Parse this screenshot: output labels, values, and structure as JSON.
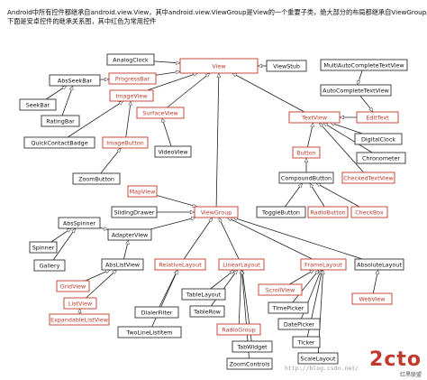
{
  "intro": {
    "line1": "Android中所有控件都继承自android.view.View，其中android.view.ViewGroup是View的一个重要子类，绝大部分的布局都继承自ViewGroup。",
    "line2": "下面是安卓控件的继承关系图，其中红色为常用控件"
  },
  "colors": {
    "highlight": "#c0392b",
    "normal": "#333333"
  },
  "nodes": [
    {
      "id": "View",
      "label": "View",
      "hl": true
    },
    {
      "id": "AnalogClock",
      "label": "AnalogClock",
      "hl": false
    },
    {
      "id": "ProgressBar",
      "label": "ProgressBar",
      "hl": true
    },
    {
      "id": "ImageView",
      "label": "ImageView",
      "hl": true
    },
    {
      "id": "SurfaceView",
      "label": "SurfaceView",
      "hl": true
    },
    {
      "id": "ImageButton",
      "label": "ImageButton",
      "hl": true
    },
    {
      "id": "VideoView",
      "label": "VideoView",
      "hl": false
    },
    {
      "id": "ViewStub",
      "label": "ViewStub",
      "hl": false
    },
    {
      "id": "AbsSeekBar",
      "label": "AbsSeekBar",
      "hl": false
    },
    {
      "id": "SeekBar",
      "label": "SeekBar",
      "hl": false
    },
    {
      "id": "RatingBar",
      "label": "RatingBar",
      "hl": false
    },
    {
      "id": "QuickContactBadge",
      "label": "QuickContactBadge",
      "hl": false
    },
    {
      "id": "ZoomButton",
      "label": "ZoomButton",
      "hl": false
    },
    {
      "id": "MultiAutoCompleteTextView",
      "label": "MultiAutoCompleteTextView",
      "hl": false
    },
    {
      "id": "AutoCompleteTextView",
      "label": "AutoCompleteTextView",
      "hl": false
    },
    {
      "id": "TextView",
      "label": "TextView",
      "hl": true
    },
    {
      "id": "EditText",
      "label": "EditText",
      "hl": true
    },
    {
      "id": "DigitalClock",
      "label": "DigitalClock",
      "hl": false
    },
    {
      "id": "Chronometer",
      "label": "Chronometer",
      "hl": false
    },
    {
      "id": "Button",
      "label": "Button",
      "hl": true
    },
    {
      "id": "CompoundButton",
      "label": "CompoundButton",
      "hl": false
    },
    {
      "id": "CheckedTextView",
      "label": "CheckedTextView",
      "hl": true
    },
    {
      "id": "ToggleButton",
      "label": "ToggleButton",
      "hl": false
    },
    {
      "id": "RadioButton",
      "label": "RadioButton",
      "hl": true
    },
    {
      "id": "CheckBox",
      "label": "CheckBox",
      "hl": true
    },
    {
      "id": "MapView",
      "label": "MapView",
      "hl": true
    },
    {
      "id": "SlidingDrawer",
      "label": "SlidingDrawer",
      "hl": false
    },
    {
      "id": "ViewGroup",
      "label": "ViewGroup",
      "hl": true
    },
    {
      "id": "AbsSpinner",
      "label": "AbsSpinner",
      "hl": false
    },
    {
      "id": "AdapterView",
      "label": "AdapterView",
      "hl": false
    },
    {
      "id": "Spinner",
      "label": "Spinner",
      "hl": false
    },
    {
      "id": "Gallery",
      "label": "Gallery",
      "hl": false
    },
    {
      "id": "AbsListView",
      "label": "AbsListView",
      "hl": false
    },
    {
      "id": "GridView",
      "label": "GridView",
      "hl": true
    },
    {
      "id": "ListView",
      "label": "ListView",
      "hl": true
    },
    {
      "id": "ExpandableListView",
      "label": "ExpandableListView",
      "hl": true
    },
    {
      "id": "RelativeLayout",
      "label": "RelativeLayout",
      "hl": true
    },
    {
      "id": "DialerFilter",
      "label": "DialerFilter",
      "hl": false
    },
    {
      "id": "TwoLineListItem",
      "label": "TwoLineListItem",
      "hl": false
    },
    {
      "id": "LinearLayout",
      "label": "LinearLayout",
      "hl": true
    },
    {
      "id": "TableLayout",
      "label": "TableLayout",
      "hl": false
    },
    {
      "id": "TableRow",
      "label": "TableRow",
      "hl": false
    },
    {
      "id": "RadioGroup",
      "label": "RadioGroup",
      "hl": true
    },
    {
      "id": "TabWidget",
      "label": "TabWidget",
      "hl": false
    },
    {
      "id": "ZoomControls",
      "label": "ZoomControls",
      "hl": false
    },
    {
      "id": "FrameLayout",
      "label": "FrameLayout",
      "hl": true
    },
    {
      "id": "ScrollView",
      "label": "ScrollView",
      "hl": true
    },
    {
      "id": "TimePicker",
      "label": "TimePicker",
      "hl": false
    },
    {
      "id": "DatePicker",
      "label": "DatePicker",
      "hl": false
    },
    {
      "id": "Ticker",
      "label": "Ticker",
      "hl": false
    },
    {
      "id": "ScaleLayout",
      "label": "ScaleLayout",
      "hl": false
    },
    {
      "id": "AbsoluteLayout",
      "label": "AbsoluteLayout",
      "hl": false
    },
    {
      "id": "WebView",
      "label": "WebView",
      "hl": true
    }
  ],
  "edges": [
    [
      "AnalogClock",
      "View"
    ],
    [
      "ProgressBar",
      "View"
    ],
    [
      "ImageView",
      "View"
    ],
    [
      "SurfaceView",
      "View"
    ],
    [
      "ViewStub",
      "View"
    ],
    [
      "TextView",
      "View"
    ],
    [
      "ViewGroup",
      "View"
    ],
    [
      "AbsSeekBar",
      "ProgressBar"
    ],
    [
      "SeekBar",
      "AbsSeekBar"
    ],
    [
      "RatingBar",
      "AbsSeekBar"
    ],
    [
      "QuickContactBadge",
      "ImageView"
    ],
    [
      "ImageButton",
      "ImageView"
    ],
    [
      "ZoomButton",
      "ImageButton"
    ],
    [
      "VideoView",
      "SurfaceView"
    ],
    [
      "MultiAutoCompleteTextView",
      "AutoCompleteTextView"
    ],
    [
      "AutoCompleteTextView",
      "EditText"
    ],
    [
      "EditText",
      "TextView"
    ],
    [
      "DigitalClock",
      "TextView"
    ],
    [
      "Chronometer",
      "TextView"
    ],
    [
      "Button",
      "TextView"
    ],
    [
      "CheckedTextView",
      "TextView"
    ],
    [
      "CompoundButton",
      "Button"
    ],
    [
      "ToggleButton",
      "CompoundButton"
    ],
    [
      "RadioButton",
      "CompoundButton"
    ],
    [
      "CheckBox",
      "CompoundButton"
    ],
    [
      "MapView",
      "ViewGroup"
    ],
    [
      "SlidingDrawer",
      "ViewGroup"
    ],
    [
      "AdapterView",
      "ViewGroup"
    ],
    [
      "RelativeLayout",
      "ViewGroup"
    ],
    [
      "LinearLayout",
      "ViewGroup"
    ],
    [
      "FrameLayout",
      "ViewGroup"
    ],
    [
      "AbsoluteLayout",
      "ViewGroup"
    ],
    [
      "AbsSpinner",
      "AdapterView"
    ],
    [
      "AbsListView",
      "AdapterView"
    ],
    [
      "Spinner",
      "AbsSpinner"
    ],
    [
      "Gallery",
      "AbsSpinner"
    ],
    [
      "GridView",
      "AbsListView"
    ],
    [
      "ListView",
      "AbsListView"
    ],
    [
      "ExpandableListView",
      "ListView"
    ],
    [
      "DialerFilter",
      "RelativeLayout"
    ],
    [
      "TwoLineListItem",
      "RelativeLayout"
    ],
    [
      "TableLayout",
      "LinearLayout"
    ],
    [
      "TableRow",
      "LinearLayout"
    ],
    [
      "RadioGroup",
      "LinearLayout"
    ],
    [
      "TabWidget",
      "LinearLayout"
    ],
    [
      "ZoomControls",
      "LinearLayout"
    ],
    [
      "ScrollView",
      "FrameLayout"
    ],
    [
      "TimePicker",
      "FrameLayout"
    ],
    [
      "DatePicker",
      "FrameLayout"
    ],
    [
      "Ticker",
      "FrameLayout"
    ],
    [
      "ScaleLayout",
      "FrameLayout"
    ],
    [
      "WebView",
      "AbsoluteLayout"
    ]
  ],
  "watermark": {
    "logo": "2cto",
    "site": "红黑联盟",
    "url": "http://blog.csdn.net/"
  }
}
